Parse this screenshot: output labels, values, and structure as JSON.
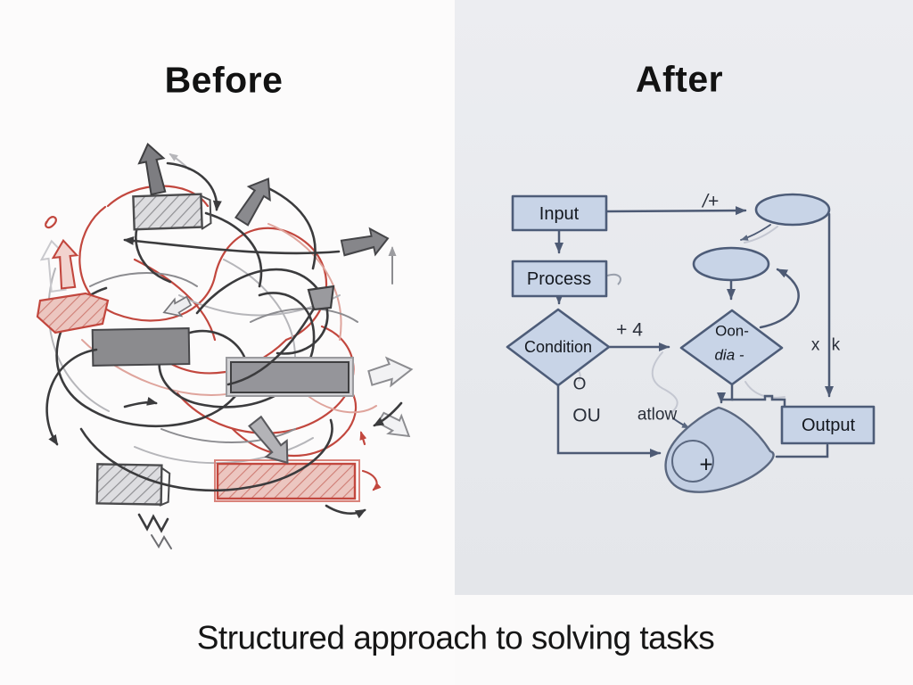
{
  "header": {
    "before_title": "Before",
    "after_title": "After"
  },
  "caption": "Structured approach to solving tasks",
  "flowchart": {
    "nodes": {
      "input": "Input",
      "process": "Process",
      "condition": "Condition",
      "condition2_line1": "Oon-",
      "condition2_line2": "dia -",
      "output": "Output",
      "merge_symbol": "+"
    },
    "annotations": {
      "input_arrow": "/+",
      "condition_arrow": "+ 4",
      "output_line": "x k",
      "below_condition_1": "O",
      "below_condition_2": "OU",
      "merge_label": "atlow"
    }
  },
  "colors": {
    "panel_right_bg": "#e8eaee",
    "node_fill": "#c8d4e7",
    "node_border": "#4d5c78",
    "connector": "#4d5a74",
    "chaos_dark": "#3b3b3d",
    "chaos_red": "#c2473e",
    "title_text": "#121212"
  }
}
